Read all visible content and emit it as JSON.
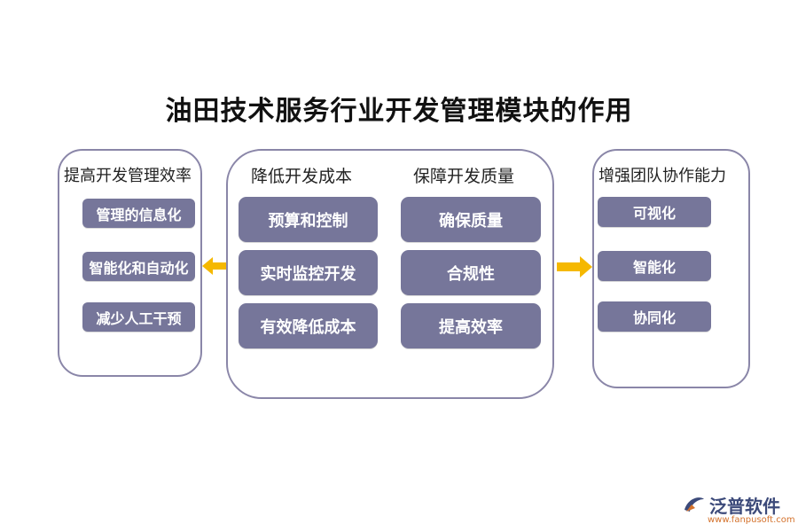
{
  "title": "油田技术服务行业开发管理模块的作用",
  "left_panel": {
    "heading": "提高开发管理效率",
    "items": [
      "管理的信息化",
      "智能化和自动化",
      "减少人工干预"
    ]
  },
  "center_panel": {
    "left_column": {
      "heading": "降低开发成本",
      "items": [
        "预算和控制",
        "实时监控开发",
        "有效降低成本"
      ]
    },
    "right_column": {
      "heading": "保障开发质量",
      "items": [
        "确保质量",
        "合规性",
        "提高效率"
      ]
    }
  },
  "right_panel": {
    "heading": "增强团队协作能力",
    "items": [
      "可视化",
      "智能化",
      "协同化"
    ]
  },
  "logo": {
    "text": "泛普软件",
    "url": "www.fanpusoft.com"
  },
  "colors": {
    "box_fill": "#76769a",
    "panel_border": "#8a86a8",
    "arrow": "#f5b800",
    "logo_text": "#3c4a7a",
    "logo_url": "#d4722c"
  }
}
